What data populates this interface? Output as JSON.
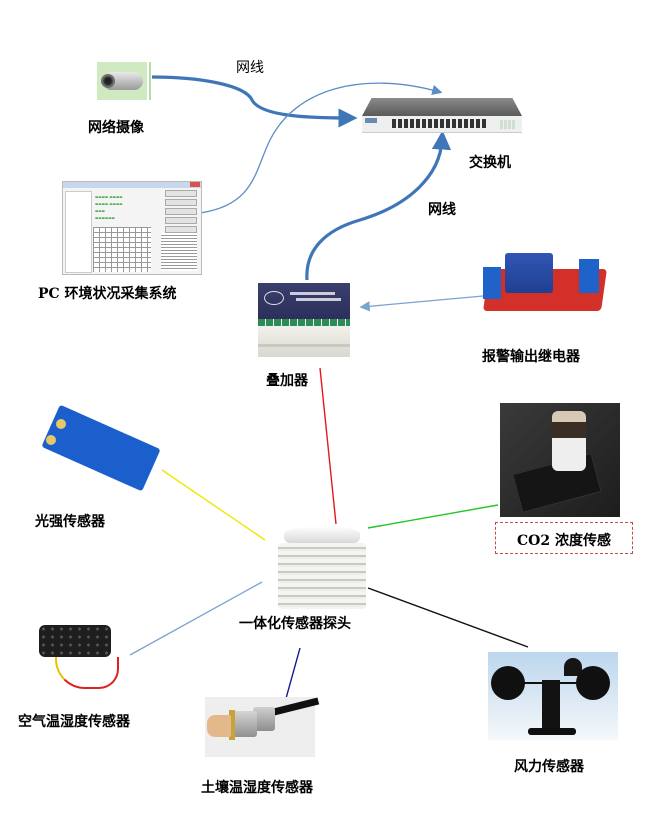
{
  "diagram": {
    "title": "",
    "nodes": {
      "camera": {
        "label": "网络摄像",
        "icon": "network-camera-photo"
      },
      "switch": {
        "label": "交换机",
        "icon": "network-switch-photo"
      },
      "pc_system": {
        "label": "PC 环境状况采集系统",
        "icon": "pc-software-screenshot"
      },
      "superimposer": {
        "label": "叠加器",
        "icon": "superimposer-box-photo"
      },
      "relay": {
        "label": "报警输出继电器",
        "icon": "relay-module-photo"
      },
      "light_sensor": {
        "label": "光强传感器",
        "icon": "light-sensor-board-photo"
      },
      "co2_sensor": {
        "label": "CO2 浓度传感",
        "icon": "co2-sensor-photo"
      },
      "probe": {
        "label": "一体化传感器探头",
        "icon": "louvered-probe-photo"
      },
      "air_th_sensor": {
        "label": "空气温湿度传感器",
        "icon": "air-temp-humidity-sensor-photo"
      },
      "soil_sensor": {
        "label": "土壤温湿度传感器",
        "icon": "soil-sensor-photo"
      },
      "wind_sensor": {
        "label": "风力传感器",
        "icon": "anemometer-photo"
      }
    },
    "edge_labels": {
      "network_cable_top": "网线",
      "network_cable_mid": "网线"
    },
    "edges": [
      {
        "from": "camera",
        "to": "switch",
        "label": "网线",
        "color": "#3f76b8",
        "style": "thick-arrow"
      },
      {
        "from": "pc_system",
        "to": "switch",
        "color": "#5b8ec6",
        "style": "thin-arrow"
      },
      {
        "from": "superimposer",
        "to": "switch",
        "label": "网线",
        "color": "#3f76b8",
        "style": "thick-arrow"
      },
      {
        "from": "relay",
        "to": "superimposer",
        "color": "#7aa3cf",
        "style": "thin-arrow"
      },
      {
        "from": "probe",
        "to": "superimposer",
        "color": "#e11b1b",
        "style": "line"
      },
      {
        "from": "light_sensor",
        "to": "probe",
        "color": "#f2e600",
        "style": "line"
      },
      {
        "from": "co2_sensor",
        "to": "probe",
        "color": "#22c622",
        "style": "line"
      },
      {
        "from": "air_th_sensor",
        "to": "probe",
        "color": "#7fa6cf",
        "style": "line"
      },
      {
        "from": "soil_sensor",
        "to": "probe",
        "color": "#0a1a8a",
        "style": "line"
      },
      {
        "from": "wind_sensor",
        "to": "probe",
        "color": "#111111",
        "style": "line"
      }
    ]
  },
  "colors": {
    "thick_cable": "#3f76b8",
    "thin_cable": "#5b8ec6",
    "co2_box_border": "#c0504d"
  }
}
